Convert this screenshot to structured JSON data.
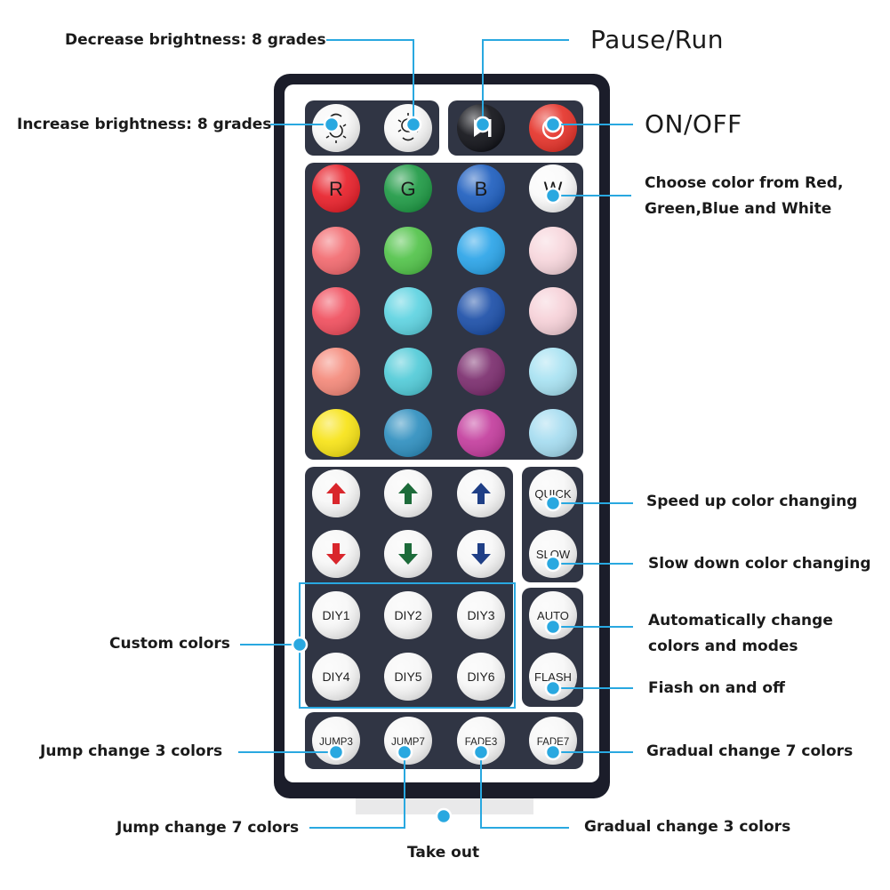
{
  "callouts": {
    "decrease_brightness": "Decrease brightness: 8 grades",
    "increase_brightness": "Increase brightness: 8 grades",
    "pause_run": "Pause/Run",
    "on_off": "ON/OFF",
    "choose_color_line1": "Choose color from Red,",
    "choose_color_line2": "Green,Blue and White",
    "speed_up": "Speed up color changing",
    "slow_down": "Slow down color changing",
    "auto_line1": "Automatically change",
    "auto_line2": "colors and modes",
    "flash": "Fiash on and off",
    "custom_colors": "Custom colors",
    "jump3": "Jump change 3 colors",
    "fade7": "Gradual change 7 colors",
    "jump7": "Jump change 7 colors",
    "fade3": "Gradual change 3 colors",
    "take_out": "Take out"
  },
  "remote": {
    "rgbw_labels": {
      "r": "R",
      "g": "G",
      "b": "B",
      "w": "W"
    },
    "mode_labels": {
      "quick": "QUICK",
      "slow": "SLOW",
      "auto": "AUTO",
      "flash": "FLASH",
      "diy1": "DIY1",
      "diy2": "DIY2",
      "diy3": "DIY3",
      "diy4": "DIY4",
      "diy5": "DIY5",
      "diy6": "DIY6",
      "jump3": "JUMP3",
      "jump7": "JUMP7",
      "fade3": "FADE3",
      "fade7": "FADE7"
    },
    "colors": {
      "rgbw_row": [
        "#e8202a",
        "#1f9a45",
        "#1f5fbf",
        "#fafafa"
      ],
      "row2": [
        "#f26a6f",
        "#52c34a",
        "#2ba4e8",
        "#f7d6dc"
      ],
      "row3": [
        "#f04f5e",
        "#5ed3e1",
        "#1c4fa8",
        "#f6d1d8"
      ],
      "row4": [
        "#f4897a",
        "#52cbd8",
        "#7b2d6e",
        "#a8e2f2"
      ],
      "row5": [
        "#f7e316",
        "#2f8fbf",
        "#c33d9d",
        "#a5dcf0"
      ],
      "accent": "#29a8e0",
      "body": "#1b1d2a",
      "panel": "#303544"
    }
  }
}
